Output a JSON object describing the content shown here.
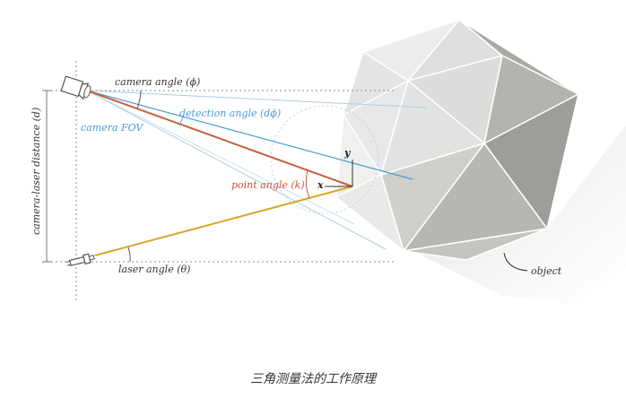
{
  "labels": {
    "camera_angle": "camera angle (ϕ)",
    "detection_angle": "detection angle (dϕ)",
    "camera_fov": "camera FOV",
    "point_angle": "point angle (k)",
    "laser_angle": "laser angle (θ)",
    "distance": "camera-laser distance (d)",
    "object": "object",
    "x": "x",
    "y": "y"
  },
  "caption": "三角测量法的工作原理",
  "colors": {
    "camera_ray": "#c5613a",
    "laser_ray": "#d7a52c",
    "detection": "#4a9bd1",
    "fov": "#a8cde8",
    "guide": "#8a8a8a"
  },
  "icons": [
    "camera-icon",
    "laser-icon"
  ]
}
